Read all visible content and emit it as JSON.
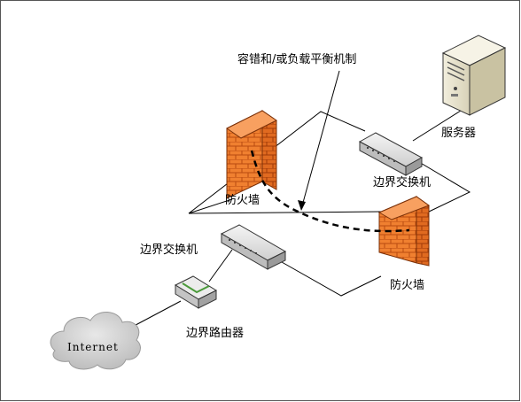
{
  "diagram": {
    "annotation": "容错和/或负载平衡机制",
    "nodes": {
      "server": {
        "label": "服务器",
        "icon": "server-tower-icon"
      },
      "switch_upper": {
        "label": "边界交换机",
        "icon": "network-switch-icon"
      },
      "firewall_upper": {
        "label": "防火墙",
        "icon": "firewall-brick-icon"
      },
      "switch_lower": {
        "label": "边界交换机",
        "icon": "network-switch-icon"
      },
      "firewall_lower": {
        "label": "防火墙",
        "icon": "firewall-brick-icon"
      },
      "router": {
        "label": "边界路由器",
        "icon": "router-icon"
      },
      "internet": {
        "label": "Internet",
        "icon": "cloud-icon"
      }
    },
    "colors": {
      "firewall_brick": "#f08030",
      "firewall_mortar": "#c04a10",
      "line": "#000000",
      "cloud": "#c8c8c8"
    }
  }
}
